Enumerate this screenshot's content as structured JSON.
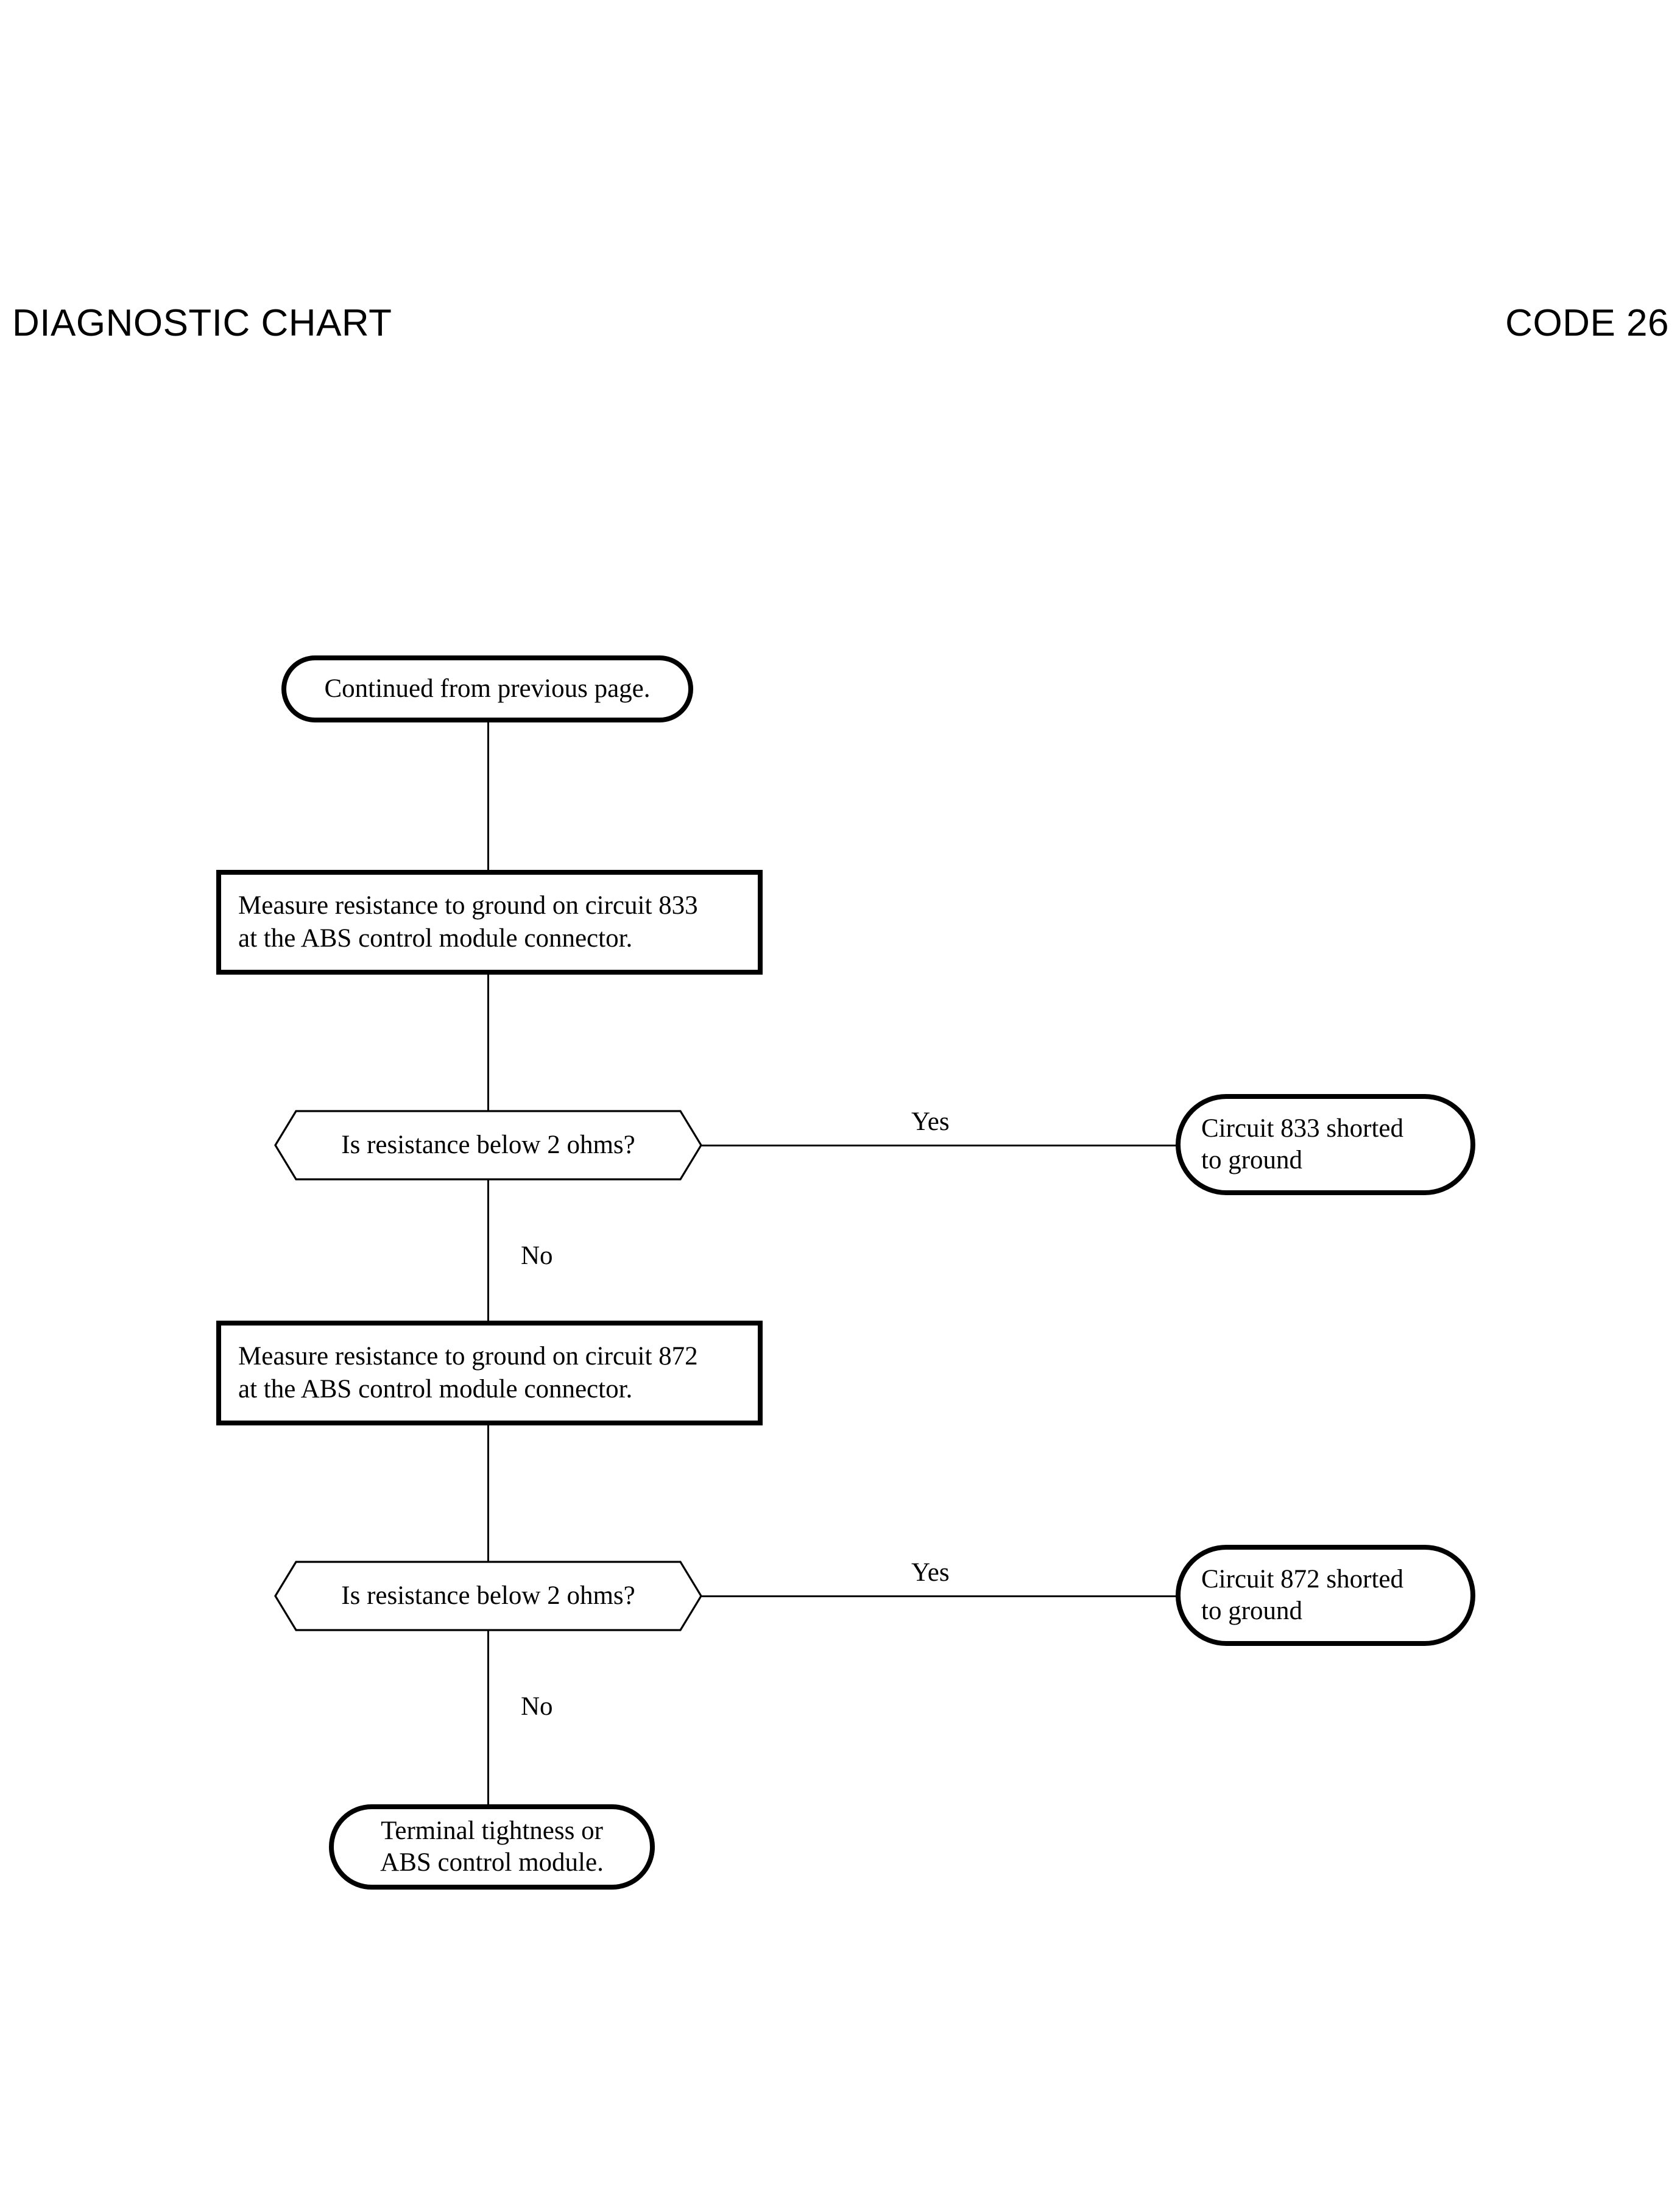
{
  "header": {
    "left_title": "DIAGNOSTIC CHART",
    "right_title": "CODE 26"
  },
  "flowchart": {
    "nodes": {
      "start_terminal": {
        "type": "terminal",
        "text": "Continued from previous page."
      },
      "process_833": {
        "type": "process",
        "line1": "Measure resistance to ground on circuit 833",
        "line2": "at the ABS control module connector."
      },
      "decision_833": {
        "type": "decision",
        "text": "Is resistance below 2 ohms?"
      },
      "result_833": {
        "type": "terminal",
        "line1": "Circuit 833 shorted",
        "line2": "to ground"
      },
      "process_872": {
        "type": "process",
        "line1": "Measure resistance to ground on circuit 872",
        "line2": "at the ABS control module connector."
      },
      "decision_872": {
        "type": "decision",
        "text": "Is resistance below 2 ohms?"
      },
      "result_872": {
        "type": "terminal",
        "line1": "Circuit 872 shorted",
        "line2": "to ground"
      },
      "end_terminal": {
        "type": "terminal",
        "line1": "Terminal tightness or",
        "line2": "ABS control module."
      }
    },
    "branch_labels": {
      "yes_833": "Yes",
      "no_833": "No",
      "yes_872": "Yes",
      "no_872": "No"
    },
    "colors": {
      "ink": "#000000",
      "background": "#ffffff"
    }
  }
}
